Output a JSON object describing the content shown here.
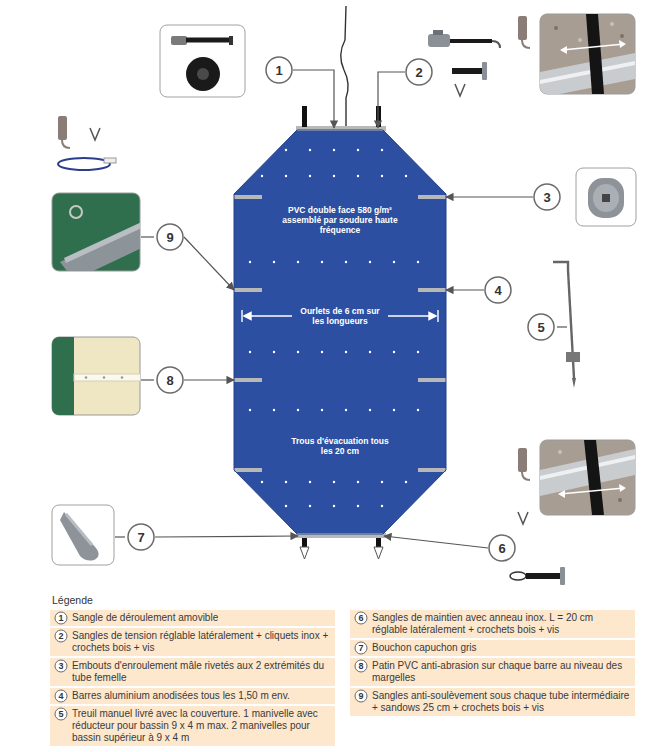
{
  "diagram": {
    "nodes": [
      {
        "text": [
          "1"
        ]
      },
      {
        "text": [
          "2"
        ]
      },
      {
        "text": [
          "PVC double face 580 g/m² assemblé par soudure haute fréquence",
          "Ourlets de 6 cm sur les longueurs",
          "Trous d'évacuation tous les 20 cm"
        ]
      },
      {
        "text": [
          "3"
        ]
      },
      {
        "text": [
          "9"
        ]
      },
      {
        "text": [
          "4"
        ]
      },
      {
        "text": [
          "5"
        ]
      },
      {
        "text": [
          "8"
        ]
      },
      {
        "text": [
          "7"
        ]
      },
      {
        "text": [
          "6"
        ]
      },
      {
        "text": [
          "Sangle de déroulement amovible"
        ]
      },
      {
        "text": [
          "1"
        ],
        "in": 10
      },
      {
        "text": [
          "Sangles de tension réglable latéralement + cliquets inox + crochets bois + vis"
        ]
      },
      {
        "text": [
          "2"
        ],
        "in": 12
      },
      {
        "text": [
          "Embouts d'enroulement mâle rivetés aux 2 extrémités du tube femelle"
        ]
      },
      {
        "text": [
          "3"
        ],
        "in": 14
      },
      {
        "text": [
          "Barres aluminium anodisées tous les 1,50 m env."
        ]
      },
      {
        "text": [
          "4"
        ],
        "in": 16
      },
      {
        "text": [
          "Treuil manuel livré avec la couverture. 1 manivelle avec réducteur pour bassin 9 x 4 m max. 2 manivelles pour bassin supérieur à 9 x 4 m"
        ]
      },
      {
        "text": [
          "5"
        ],
        "in": 18
      },
      {
        "text": [
          "Sangles de maintien avec anneau inox. L = 20 cm réglable latéralement + crochets bois + vis"
        ]
      },
      {
        "text": [
          "6"
        ],
        "in": 20
      },
      {
        "text": [
          "Bouchon capuchon gris"
        ]
      },
      {
        "text": [
          "7"
        ],
        "in": 22
      },
      {
        "text": [
          "Patin PVC anti-abrasion sur chaque barre au niveau des margelles"
        ]
      },
      {
        "text": [
          "8"
        ],
        "in": 24
      },
      {
        "text": [
          "Sangles anti-soulèvement sous chaque tube intermédiaire + sandows 25 cm + crochets bois + vis"
        ]
      },
      {
        "text": [
          "9"
        ],
        "in": 26
      }
    ],
    "edges": [
      {
        "from": 0,
        "to": 2,
        "arrow": "to"
      },
      {
        "from": 1,
        "to": 2,
        "arrow": "to"
      },
      {
        "from": 3,
        "to": 2,
        "arrow": "to"
      },
      {
        "from": 4,
        "to": 2,
        "arrow": "to"
      },
      {
        "from": 5,
        "to": 2,
        "arrow": "to"
      },
      {
        "from": 7,
        "to": 2,
        "arrow": "to"
      },
      {
        "from": 8,
        "to": 2,
        "arrow": "to"
      },
      {
        "from": 9,
        "to": 2,
        "arrow": "to"
      }
    ],
    "labels": [
      "Légende"
    ]
  }
}
